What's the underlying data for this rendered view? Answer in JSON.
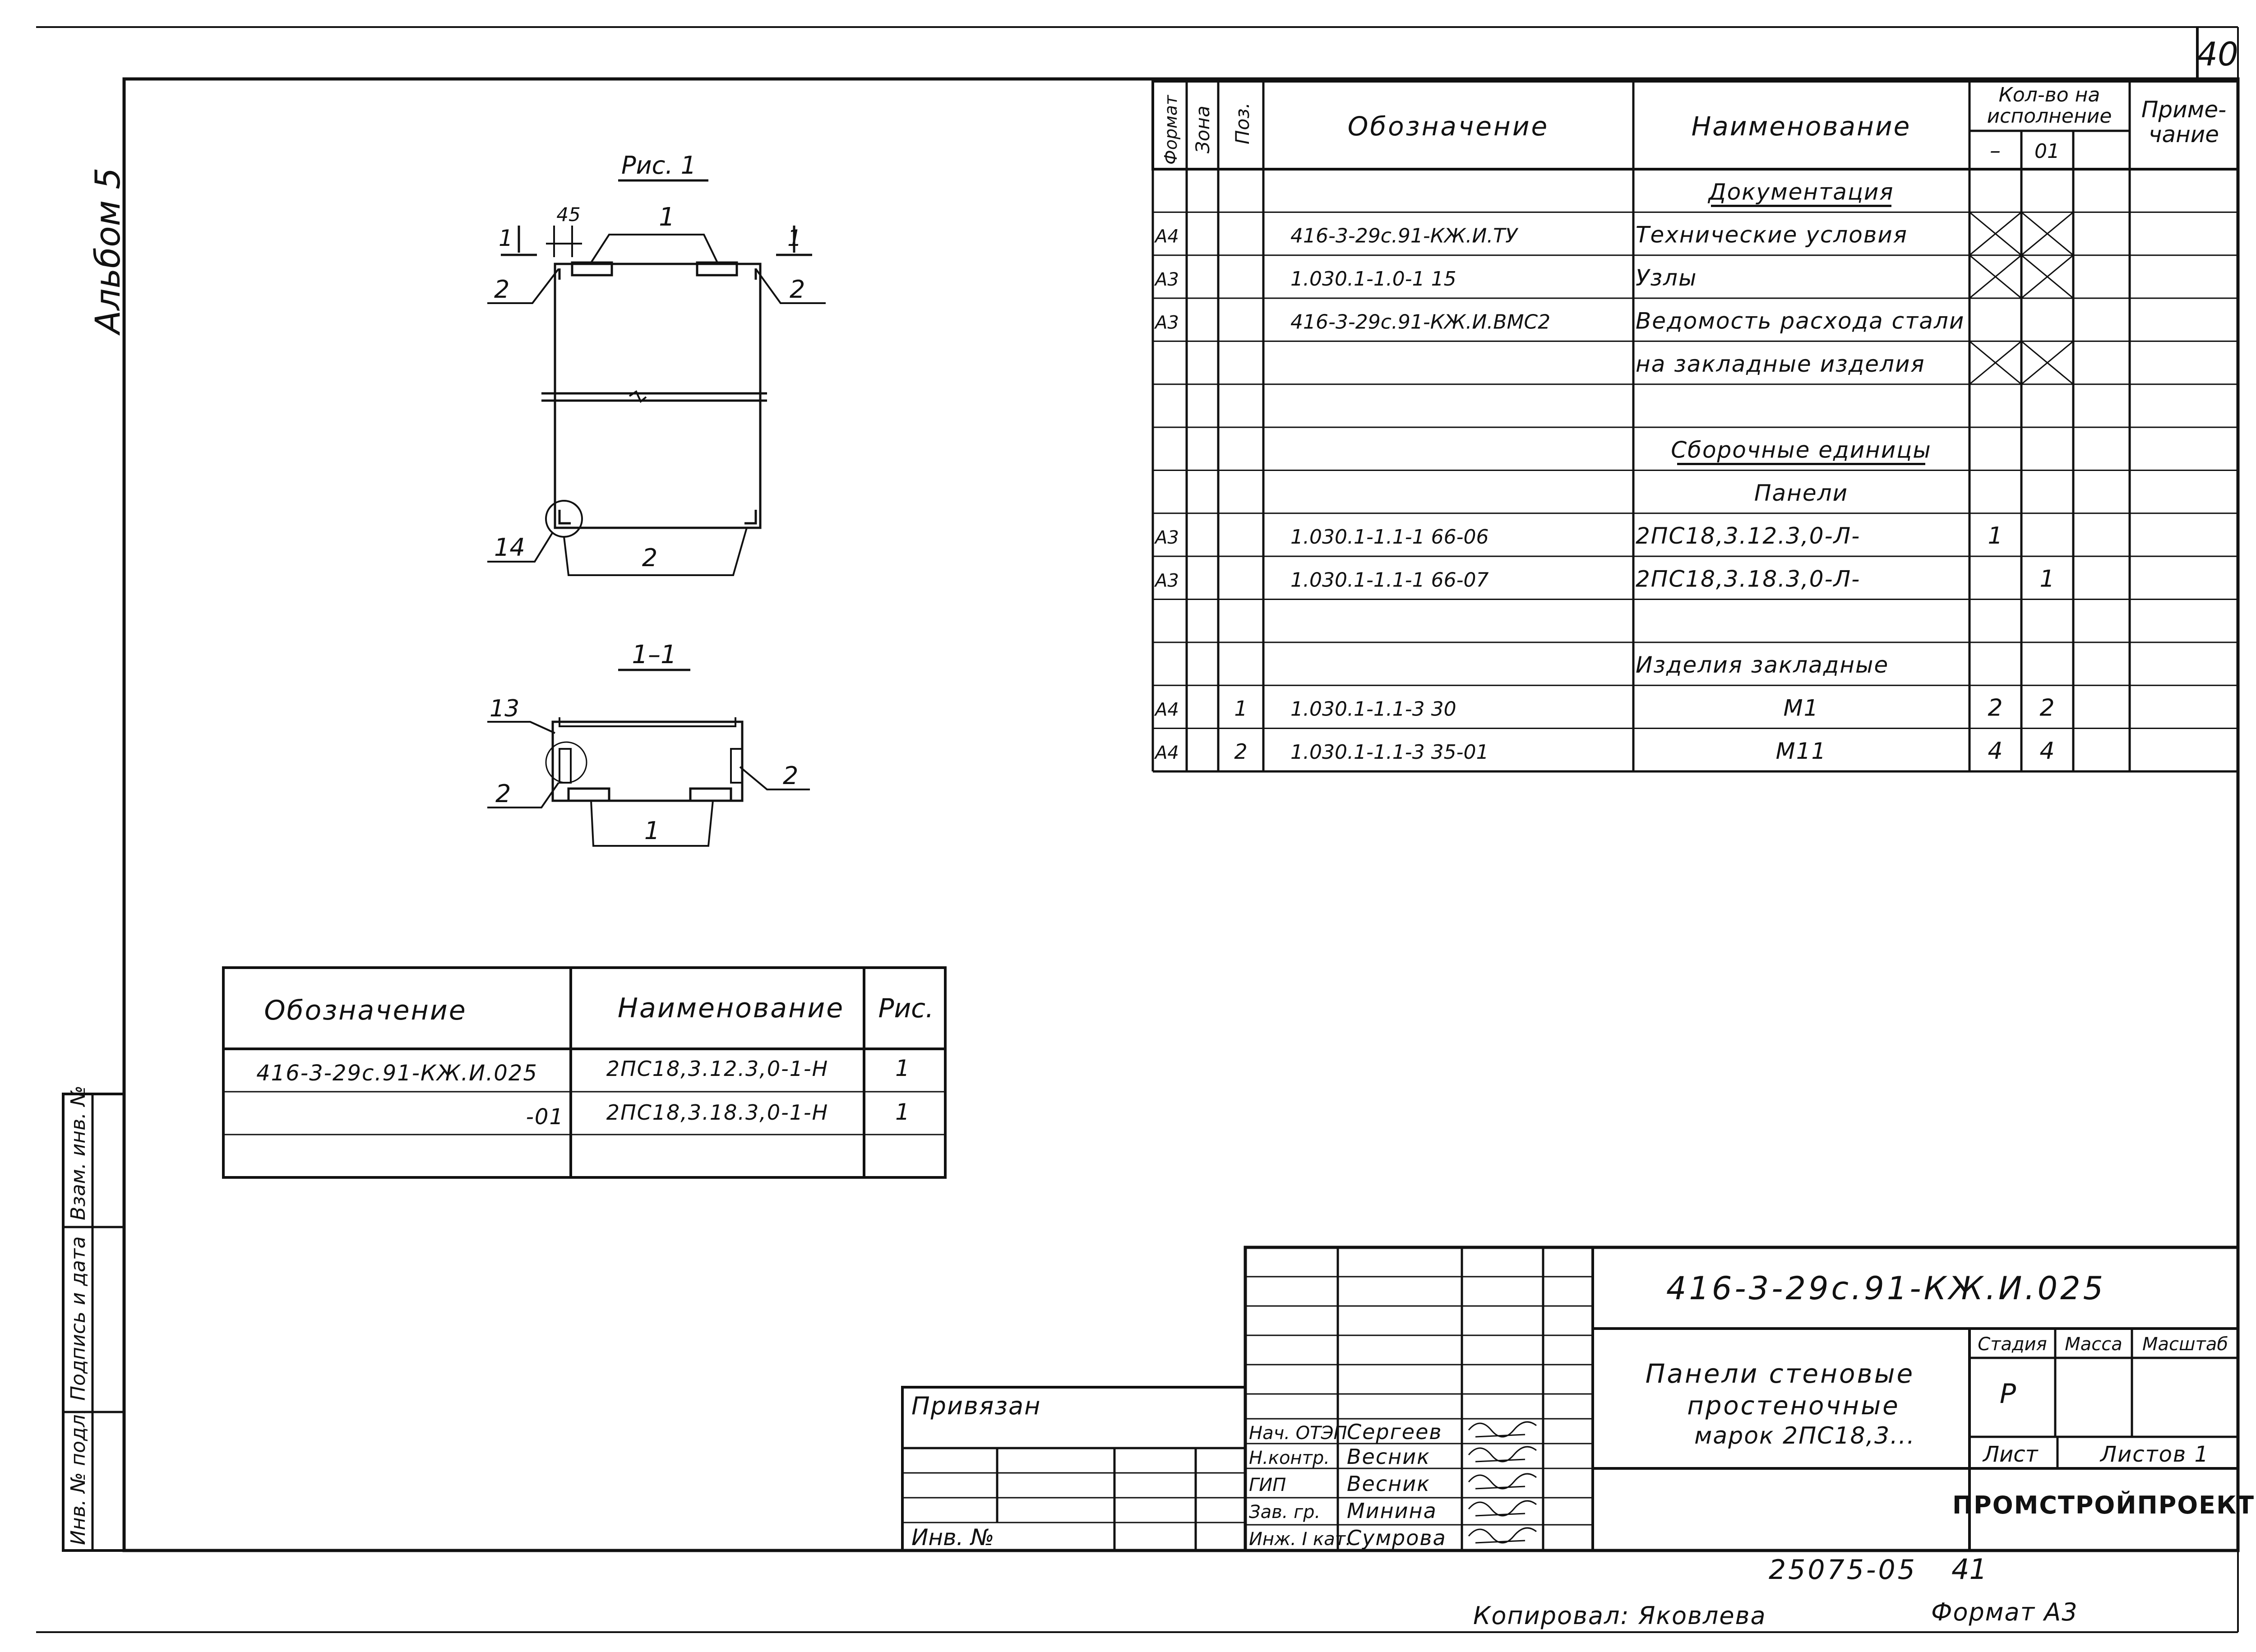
{
  "page_number": "40",
  "album_label": "Альбом 5",
  "figure": {
    "title": "Рис. 1",
    "dim_45": "45",
    "callouts": {
      "c1": "1",
      "c2": "2",
      "c13": "13",
      "c14": "14"
    },
    "cut_mark": "1",
    "section_title": "1–1"
  },
  "spec": {
    "headers": {
      "format": "Формат",
      "zone": "Зона",
      "pos": "Поз.",
      "designation": "Обозначение",
      "name": "Наименование",
      "qty": "Кол-во на исполнение",
      "qty_dash": "–",
      "qty_01": "01",
      "note": "Примечание"
    },
    "rows": [
      {
        "format": "",
        "pos": "",
        "designation": "",
        "name": "Документация",
        "q1": "",
        "q2": "",
        "kind": "section"
      },
      {
        "format": "А4",
        "pos": "",
        "designation": "416-3-29с.91-КЖ.И.ТУ",
        "name": "Технические условия",
        "q1": "",
        "q2": "",
        "kind": "x"
      },
      {
        "format": "А3",
        "pos": "",
        "designation": "1.030.1-1.0-1   15",
        "name": "Узлы",
        "q1": "",
        "q2": "",
        "kind": "x"
      },
      {
        "format": "А3",
        "pos": "",
        "designation": "416-3-29с.91-КЖ.И.ВМС2",
        "name": "Ведомость расхода стали",
        "q1": "",
        "q2": "",
        "kind": "plain"
      },
      {
        "format": "",
        "pos": "",
        "designation": "",
        "name": "на закладные изделия",
        "q1": "",
        "q2": "",
        "kind": "x"
      },
      {
        "format": "",
        "pos": "",
        "designation": "",
        "name": "",
        "q1": "",
        "q2": "",
        "kind": "plain"
      },
      {
        "format": "",
        "pos": "",
        "designation": "",
        "name": "Сборочные единицы",
        "q1": "",
        "q2": "",
        "kind": "section"
      },
      {
        "format": "",
        "pos": "",
        "designation": "",
        "name": "Панели",
        "q1": "",
        "q2": "",
        "kind": "center"
      },
      {
        "format": "А3",
        "pos": "",
        "designation": "1.030.1-1.1-1    66-06",
        "name": "2ПС18,3.12.3,0-Л-",
        "q1": "1",
        "q2": "",
        "kind": "plain"
      },
      {
        "format": "А3",
        "pos": "",
        "designation": "1.030.1-1.1-1    66-07",
        "name": "2ПС18,3.18.3,0-Л-",
        "q1": "",
        "q2": "1",
        "kind": "plain"
      },
      {
        "format": "",
        "pos": "",
        "designation": "",
        "name": "",
        "q1": "",
        "q2": "",
        "kind": "plain"
      },
      {
        "format": "",
        "pos": "",
        "designation": "",
        "name": "Изделия закладные",
        "q1": "",
        "q2": "",
        "kind": "plain"
      },
      {
        "format": "А4",
        "pos": "1",
        "designation": "1.030.1-1.1-3    30",
        "name": "М1",
        "q1": "2",
        "q2": "2",
        "kind": "center"
      },
      {
        "format": "А4",
        "pos": "2",
        "designation": "1.030.1-1.1-3    35-01",
        "name": "М11",
        "q1": "4",
        "q2": "4",
        "kind": "center"
      }
    ]
  },
  "variants": {
    "headers": {
      "designation": "Обозначение",
      "name": "Наименование",
      "fig": "Рис."
    },
    "rows": [
      {
        "designation": "416-3-29с.91-КЖ.И.025",
        "name": "2ПС18,3.12.3,0-1-Н",
        "fig": "1"
      },
      {
        "designation": "-01",
        "name": "2ПС18,3.18.3,0-1-Н",
        "fig": "1"
      },
      {
        "designation": "",
        "name": "",
        "fig": ""
      }
    ]
  },
  "side_stamp": {
    "inv_podl": "Инв. № подл.",
    "sign_date": "Подпись и дата",
    "vzam_inv": "Взам. инв. №"
  },
  "privyazan": {
    "label": "Привязан",
    "inv": "Инв. №"
  },
  "title_block": {
    "doc_code": "416-3-29с.91-КЖ.И.025",
    "title_l1": "Панели стеновые",
    "title_l2": "простеночные",
    "title_l3": "марок 2ПС18,3...",
    "stage_label": "Стадия",
    "mass_label": "Масса",
    "scale_label": "Масштаб",
    "stage_value": "Р",
    "sheet_label": "Лист",
    "sheets_label": "Листов 1",
    "org": "ПРОМСТРОЙПРОЕКТ",
    "staff": [
      {
        "role": "Нач. ОТЭП",
        "name": "Сергеев"
      },
      {
        "role": "Н.контр.",
        "name": "Весник"
      },
      {
        "role": "ГИП",
        "name": "Весник"
      },
      {
        "role": "Зав. гр.",
        "name": "Минина"
      },
      {
        "role": "Инж. I кат.",
        "name": "Сумрова"
      }
    ]
  },
  "footer": {
    "archive_no": "25075-05",
    "archive_sheet": "41",
    "copied": "Копировал: Яковлева",
    "format": "Формат А3"
  }
}
